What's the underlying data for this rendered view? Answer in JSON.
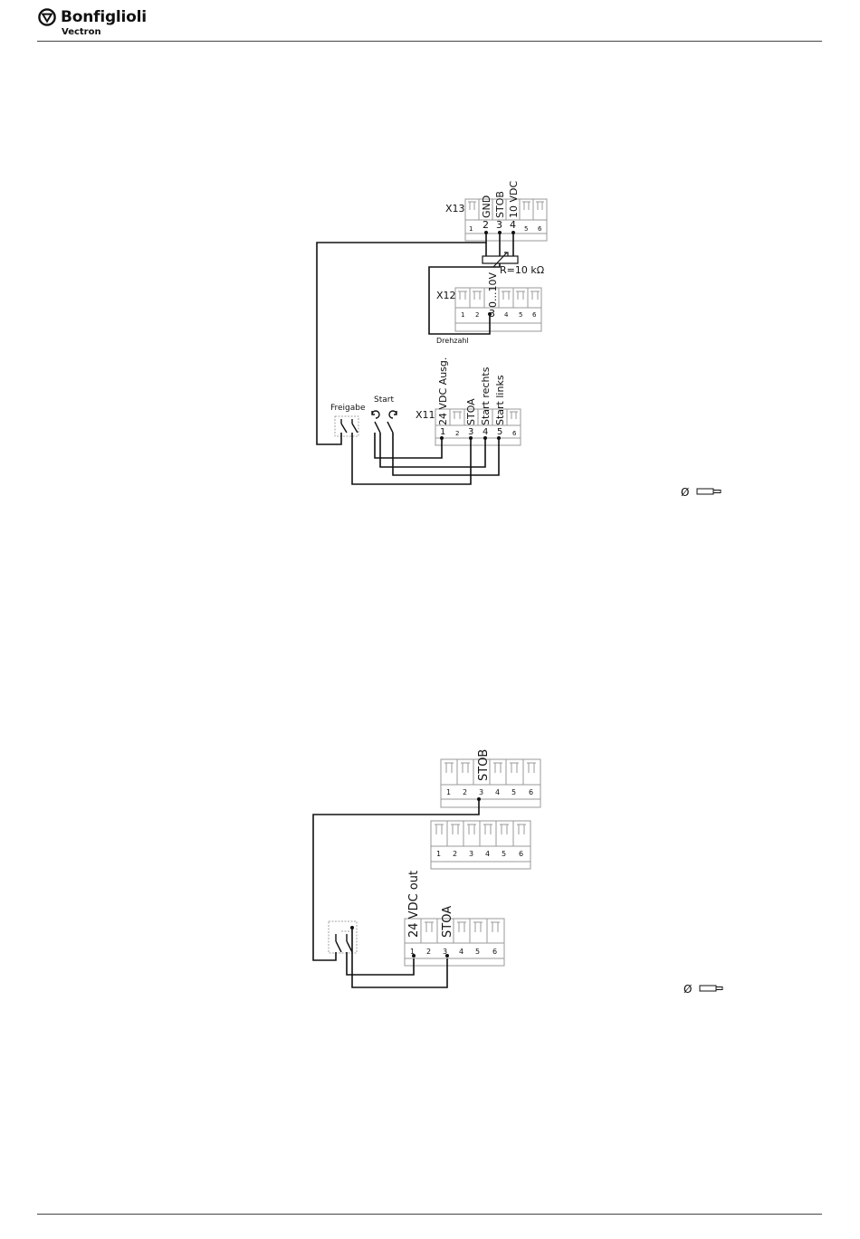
{
  "header": {
    "brand": "Bonfiglioli",
    "sub_brand": "Vectron",
    "logo_icon": "bonfiglioli-logo-icon"
  },
  "diagram1": {
    "x13": {
      "label": "X13",
      "terminals": [
        {
          "number": "",
          "signal": ""
        },
        {
          "number": "2",
          "signal": "GND"
        },
        {
          "number": "3",
          "signal": "STOB"
        },
        {
          "number": "4",
          "signal": "10 VDC"
        },
        {
          "number": "",
          "signal": ""
        },
        {
          "number": "",
          "signal": ""
        }
      ],
      "small_numbers": [
        "1",
        "5",
        "6"
      ]
    },
    "resistor_label": "R=10 kΩ",
    "x12": {
      "label": "X12",
      "signal": "0...10V",
      "number": "3",
      "small_numbers": [
        "1",
        "2",
        "4",
        "5",
        "6"
      ],
      "caption": "Drehzahl"
    },
    "x11": {
      "label": "X11",
      "signals": [
        "24 VDC Ausg.",
        "STOA",
        "Start rechts",
        "Start links"
      ],
      "numbers": [
        "1",
        "3",
        "4",
        "5"
      ],
      "small_numbers": [
        "2",
        "6"
      ]
    },
    "switches": {
      "enable_label": "Freigabe",
      "start_label": "Start"
    },
    "screwdriver_symbol": "Ø"
  },
  "diagram2": {
    "x13_numbers": [
      "1",
      "2",
      "3",
      "4",
      "5",
      "6"
    ],
    "x13_signal": "STOB",
    "x12_numbers": [
      "1",
      "2",
      "3",
      "4",
      "5",
      "6"
    ],
    "x11_numbers": [
      "1",
      "2",
      "3",
      "4",
      "5",
      "6"
    ],
    "x11_signals": [
      "24 VDC out",
      "STOA"
    ],
    "screwdriver_symbol": "Ø"
  }
}
